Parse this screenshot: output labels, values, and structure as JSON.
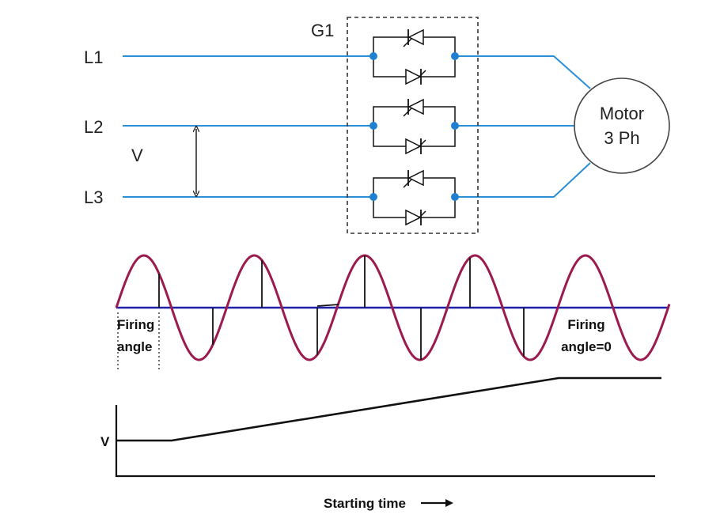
{
  "circuit": {
    "line_labels": [
      "L1",
      "L2",
      "L3"
    ],
    "voltage_label": "V",
    "group_label": "G1",
    "motor": {
      "line1": "Motor",
      "line2": "3 Ph"
    }
  },
  "waveform": {
    "firing_angle_label": {
      "line1": "Firing",
      "line2": "angle"
    },
    "firing_angle_zero_label": {
      "line1": "Firing",
      "line2": "angle=0"
    }
  },
  "ramp": {
    "y_label": "V",
    "x_label": "Starting time"
  },
  "colors": {
    "line": "#2b8fd6",
    "node": "#1f7fd0",
    "sine": "#9c1b4e",
    "axis": "#1f1fa8",
    "ink": "#222222"
  }
}
